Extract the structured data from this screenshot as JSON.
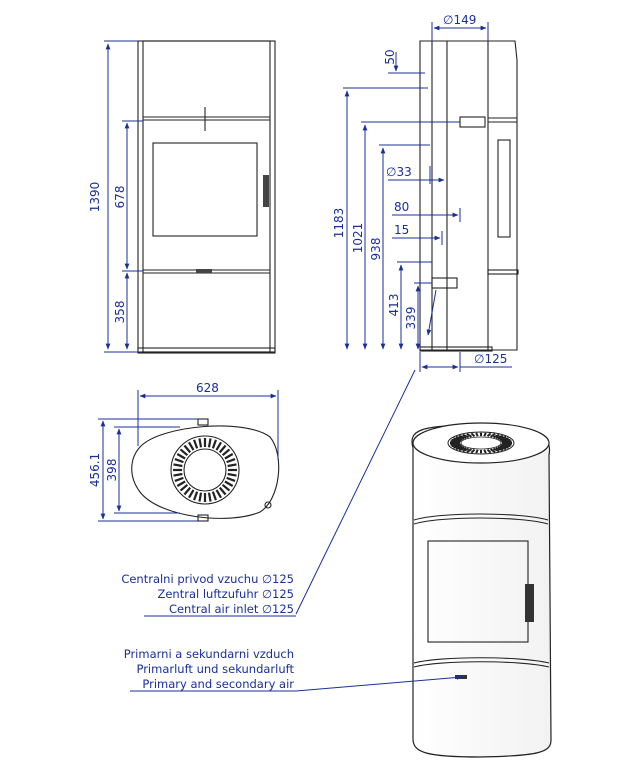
{
  "front_view": {
    "height_total": "1390",
    "door_height": "678",
    "base_height": "358"
  },
  "side_view": {
    "top_diameter": "149",
    "dim_50": "50",
    "dim_1183": "1183",
    "dim_1021": "1021",
    "dim_938": "938",
    "dim_413": "413",
    "dim_339": "339",
    "outlet_diameter": "33",
    "dim_80": "80",
    "dim_15": "15",
    "bottom_diameter": "125"
  },
  "top_view": {
    "width": "628",
    "depth_total": "456.1",
    "depth_inner": "398"
  },
  "labels": {
    "central_air": [
      "Centralni privod vzuchu ∅125",
      "Zentral luftzufuhr ∅125",
      "Central air inlet ∅125"
    ],
    "primary_air": [
      "Primarni a sekundarni vzduch",
      "Primarluft und sekundarluft",
      "Primary and secondary air"
    ]
  },
  "colors": {
    "dimension": "#1a2f9a",
    "outline": "#222222"
  }
}
